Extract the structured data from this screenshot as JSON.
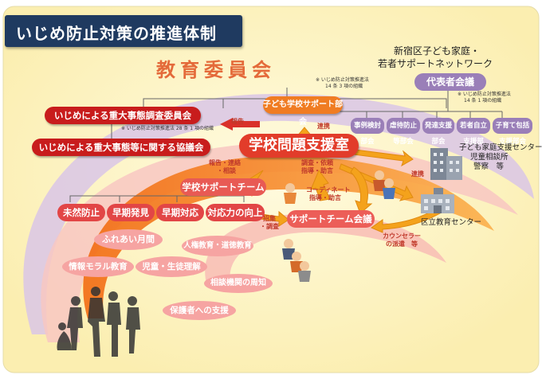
{
  "title": "いじめ防止対策の推進体制",
  "board": {
    "label": "教育委員会"
  },
  "network": {
    "line1": "新宿区子ども家庭・",
    "line2": "若者サポートネットワーク",
    "council": "代表者会議",
    "note_line1": "※ いじめ防止対策推進法",
    "note_line2": "14 条 1 項の組織"
  },
  "support_bureau": {
    "label": "子ども学校サポート部会",
    "note_line1": "※ いじめ防止対策推進法",
    "note_line2": "14 条 3 項の組織"
  },
  "committees": [
    {
      "label": "いじめによる重大事態調査委員会"
    },
    {
      "label": "いじめによる重大事態等に関する協議会"
    }
  ],
  "committee_note": "※ いじめ防止対策推進法 28 条 1 項の組織",
  "center": {
    "label": "学校問題支援室"
  },
  "subcommittees": [
    "事例検討部会",
    "虐待防止等部会",
    "発達支援部会",
    "若者自立支援部",
    "子育て包括支援部会"
  ],
  "school_team": {
    "label": "学校サポートチーム"
  },
  "team_meeting": {
    "label": "サポートチーム会議"
  },
  "team_items": [
    "未然防止",
    "早期発見",
    "早期対応",
    "対応力の向上"
  ],
  "activities": [
    "ふれあい月間",
    "人権教育・道徳教育",
    "情報モラル教育",
    "児童・生徒理解",
    "相談機関の周知",
    "保護者への支援"
  ],
  "arrow_labels": {
    "report": "報告",
    "liaison": "連携",
    "report_liaison_line1": "報告・連絡",
    "report_liaison_line2": "・相談",
    "investigate_line1": "調査・依頼",
    "investigate_line2": "指導・助言",
    "coordinate_line1": "コーディネート",
    "coordinate_line2": "指導・助言",
    "convene_line1": "招集",
    "convene_line2": "・調査",
    "liaison2": "連携",
    "counselor_line1": "カウンセラー",
    "counselor_line2": "の派遣　等"
  },
  "agencies": {
    "line1": "子ども家庭支援センター",
    "line2": "児童相談所",
    "line3": "警察　等",
    "edu_center": "区立教育センター"
  },
  "colors": {
    "navy": "#1f3a60",
    "dark_red": "#c81c1c",
    "orange": "#f07c22",
    "purple": "#9a7fb8",
    "pink": "#f6a4a2",
    "red": "#e24646",
    "yellow_bg": "#fdf6c8"
  }
}
